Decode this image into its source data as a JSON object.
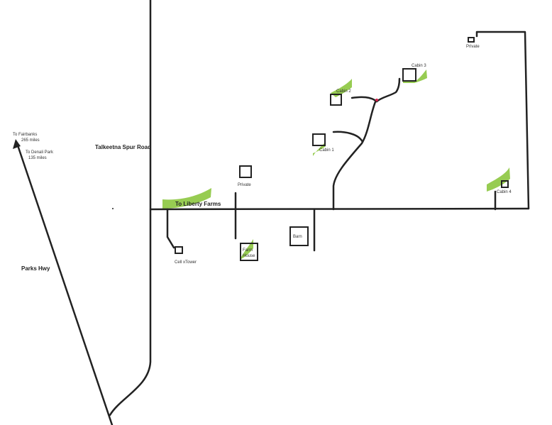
{
  "map": {
    "roads": {
      "talkeetna": "Talkeetna Spur Road",
      "parks": "Parks Hwy",
      "liberty": "To Liberty Farms"
    },
    "directions": {
      "fairbanks_line1": "To Fairbanks",
      "fairbanks_line2": "265 miles",
      "denali_line1": "To Denali Park",
      "denali_line2": "135 miles"
    },
    "places": {
      "private_top": "Private",
      "cabin3": "Cabin 3",
      "cabin2": "Cabin 2",
      "cabin1": "Cabin 1",
      "cabin4": "Cabin 4",
      "private_mid": "Private",
      "cell_tower": "Cell xTower",
      "farm_house_line1": "Farm",
      "farm_house_line2": "House",
      "barn": "Barn"
    },
    "colors": {
      "highlight": "#8cc63f",
      "marker": "#d0204a"
    }
  }
}
